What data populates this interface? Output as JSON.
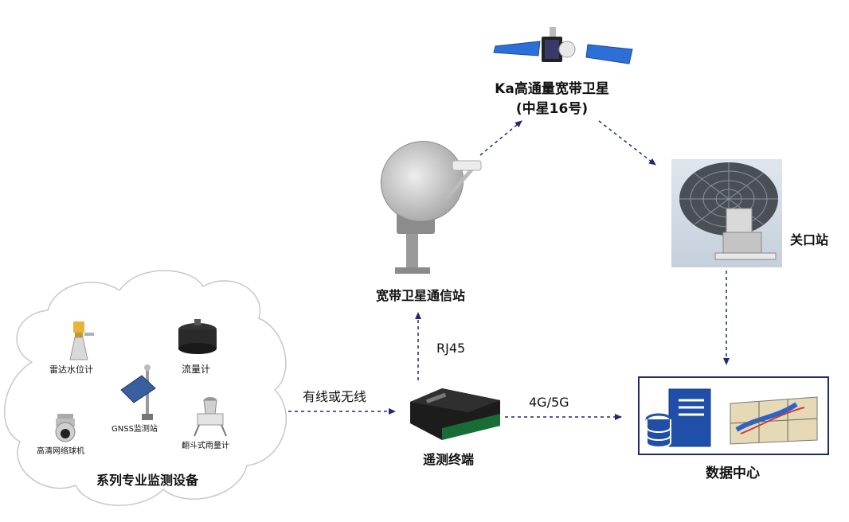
{
  "nodes": {
    "satellite": {
      "name_line1": "Ka高通量宽带卫星",
      "name_line2": "(中星16号)"
    },
    "gateway": {
      "name": "关口站"
    },
    "vsat": {
      "name": "宽带卫星通信站"
    },
    "terminal": {
      "name": "遥测终端"
    },
    "datacenter": {
      "name": "数据中心"
    },
    "sensors": {
      "group_name": "系列专业监测设备",
      "items": [
        "雷达水位计",
        "流量计",
        "GNSS监测站",
        "高清网络球机",
        "翻斗式雨量计"
      ]
    }
  },
  "links": {
    "sensors_to_terminal": "有线或无线",
    "terminal_to_vsat": "RJ45",
    "terminal_to_datacenter": "4G/5G"
  },
  "colors": {
    "arrow": "#1f2a6e",
    "cloud_stroke": "#c8c8c8",
    "box_stroke": "#1f2a6e"
  }
}
